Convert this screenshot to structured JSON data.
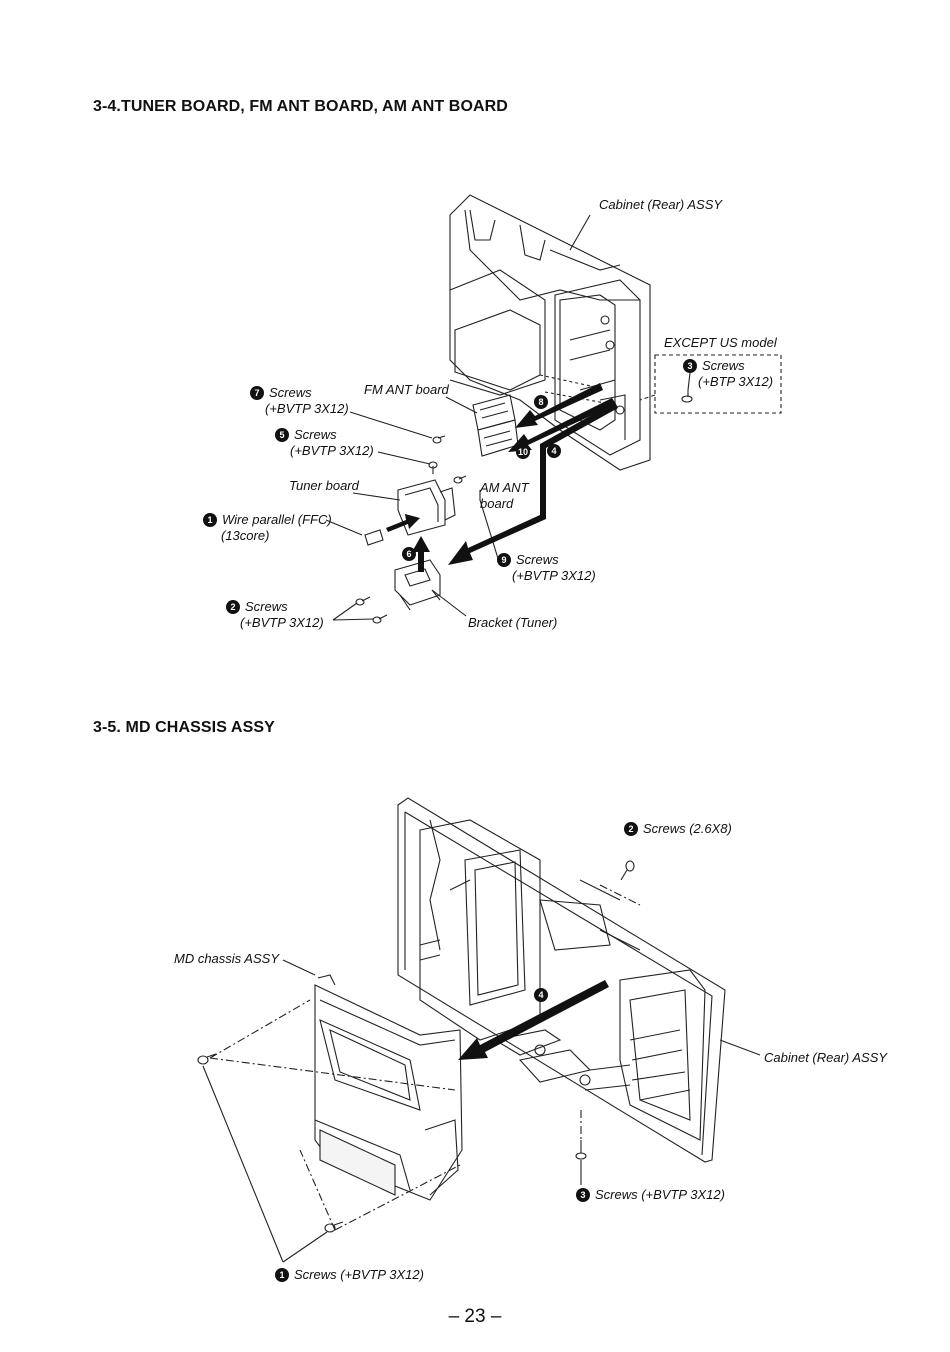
{
  "section_34": {
    "title": "3-4.TUNER BOARD, FM ANT BOARD, AM ANT BOARD",
    "labels": {
      "cabinet_rear": "Cabinet (Rear) ASSY",
      "except_us": "EXCEPT US model",
      "screws_3": "Screws",
      "screws_3_spec": "(+BTP 3X12)",
      "fm_ant": "FM ANT board",
      "screws_7": "Screws",
      "screws_7_spec": "(+BVTP 3X12)",
      "screws_5": "Screws",
      "screws_5_spec": "(+BVTP 3X12)",
      "tuner_board": "Tuner board",
      "am_ant_1": "AM ANT",
      "am_ant_2": "board",
      "wire_1": "Wire parallel (FFC)",
      "wire_2": "(13core)",
      "screws_9": "Screws",
      "screws_9_spec": "(+BVTP 3X12)",
      "screws_2": "Screws",
      "screws_2_spec": "(+BVTP 3X12)",
      "bracket": "Bracket (Tuner)"
    },
    "step_numbers": {
      "n1": "1",
      "n2": "2",
      "n3": "3",
      "n4": "4",
      "n5": "5",
      "n6": "6",
      "n7": "7",
      "n8": "8",
      "n9": "9",
      "n10": "10"
    }
  },
  "section_35": {
    "title": "3-5. MD CHASSIS ASSY",
    "labels": {
      "screws_2": "Screws (2.6X8)",
      "md_chassis": "MD chassis ASSY",
      "cabinet_rear": "Cabinet (Rear) ASSY",
      "screws_3": "Screws (+BVTP 3X12)",
      "screws_1": "Screws (+BVTP 3X12)"
    },
    "step_numbers": {
      "n1": "1",
      "n2": "2",
      "n3": "3",
      "n4": "4"
    }
  },
  "page_number": "– 23 –"
}
